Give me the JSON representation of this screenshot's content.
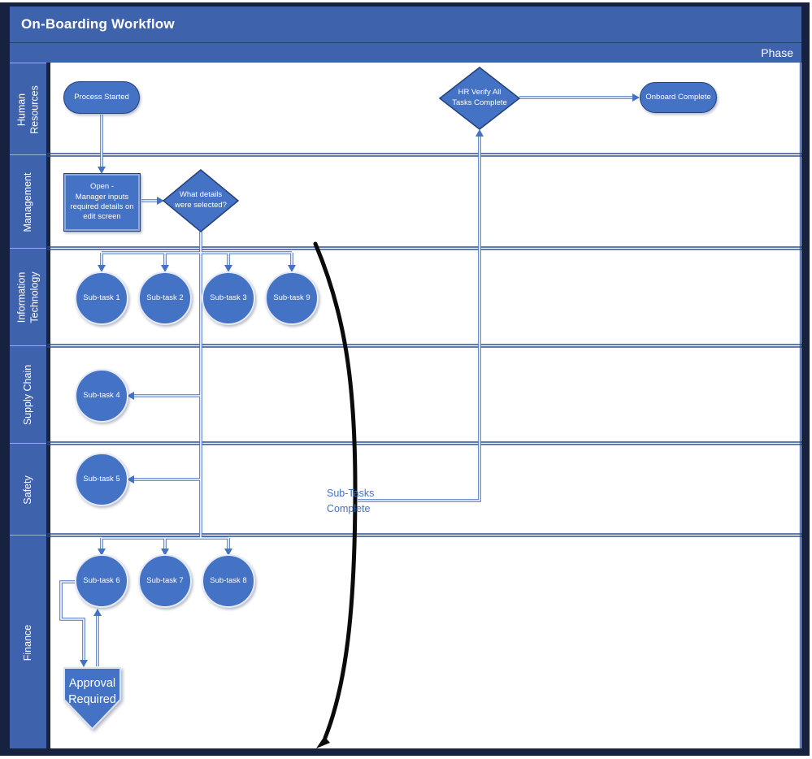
{
  "title": "On-Boarding Workflow",
  "phase_label": "Phase",
  "lanes": [
    {
      "label": "Human\nResources"
    },
    {
      "label": "Management"
    },
    {
      "label": "Information\nTechnology"
    },
    {
      "label": "Supply Chain"
    },
    {
      "label": "Safety"
    },
    {
      "label": "Finance"
    }
  ],
  "nodes": {
    "process_started": "Process Started",
    "manager_input": "Open -\nManager inputs\nrequired details on\nedit screen",
    "decision_details": "What details\nwere selected?",
    "hr_verify": "HR Verify All\nTasks Complete",
    "onboard_complete": "Onboard Complete",
    "subtask_1": "Sub-task 1",
    "subtask_2": "Sub-task 2",
    "subtask_3": "Sub-task 3",
    "subtask_9": "Sub-task 9",
    "subtask_4": "Sub-task 4",
    "subtask_5": "Sub-task 5",
    "subtask_6": "Sub-task 6",
    "subtask_7": "Sub-task 7",
    "subtask_8": "Sub-task 8",
    "approval_required": "Approval\nRequired",
    "subtasks_complete_note": "Sub-Tasks\nComplete"
  },
  "colors": {
    "header_blue": "#3E63AC",
    "shape_fill": "#4472C4",
    "shape_border_dark": "#24417B",
    "connector_blue": "#4472C4",
    "divider_blue": "#2E4E93",
    "frame_dark": "#16223F",
    "annotation_text": "#4472C4",
    "freeform_curve": "#0B0B0B",
    "text_white": "#FFFFFF"
  }
}
